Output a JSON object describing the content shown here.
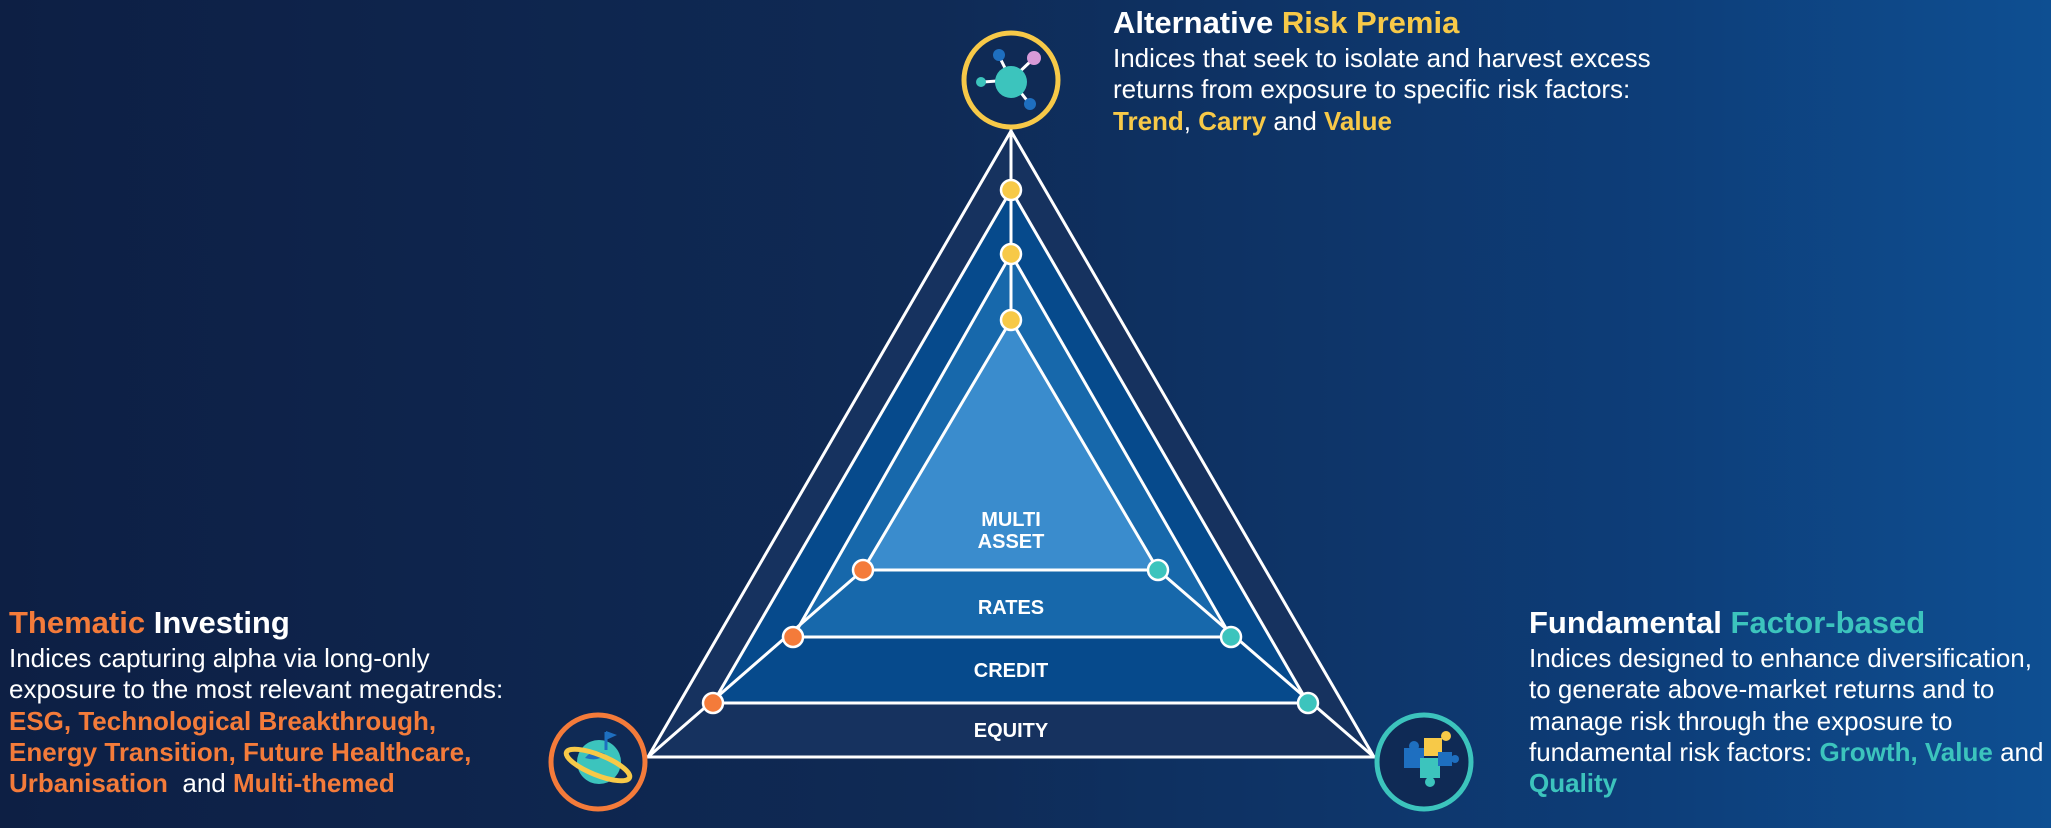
{
  "top": {
    "title_plain": "Alternative ",
    "title_accent": "Risk Premia",
    "desc_prefix": "Indices that seek to isolate and harvest excess returns from exposure to specific risk factors: ",
    "items": [
      "Trend",
      "Carry",
      "Value"
    ],
    "sep1": ", ",
    "sep2": " and ",
    "icon": "molecule-icon",
    "accent_color": "#f7c948"
  },
  "left": {
    "title_accent": "Thematic",
    "title_plain": " Investing",
    "desc_prefix": "Indices capturing alpha via long-only exposure to the most relevant megatrends: ",
    "items_text": "ESG, Technological Breakthrough, Energy Transition, Future Healthcare, Urbanisation",
    "and_text": "  and ",
    "last_item": "Multi-themed",
    "icon": "planet-icon",
    "accent_color": "#f47b3a"
  },
  "right": {
    "title_plain": "Fundamental ",
    "title_accent": "Factor-based",
    "desc_prefix": "Indices designed to enhance diversification, to generate above-market returns and to manage risk through the exposure to fundamental risk factors: ",
    "items_text": "Growth, Value",
    "and_text": " and ",
    "last_item": "Quality",
    "icon": "puzzle-icon",
    "accent_color": "#3cc4bd"
  },
  "layers": {
    "multi_line1": "MULTI",
    "multi_line2": "ASSET",
    "rates": "RATES",
    "credit": "CREDIT",
    "equity": "EQUITY"
  }
}
